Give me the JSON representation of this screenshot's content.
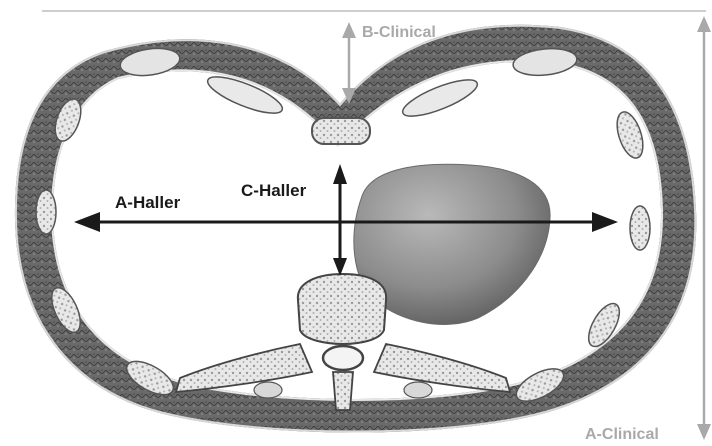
{
  "labels": {
    "b_clinical": "B-Clinical",
    "a_haller": "A-Haller",
    "c_haller": "C-Haller",
    "a_clinical": "A-Clinical"
  },
  "colors": {
    "clinical_label": "#a9a9a9",
    "haller_label": "#1a1a1a",
    "chest_wall": "#5c5c5c",
    "heart": "#8a8a8a",
    "background": "#ffffff"
  },
  "icons": {
    "arrow_heads": "triangle-arrowhead"
  }
}
